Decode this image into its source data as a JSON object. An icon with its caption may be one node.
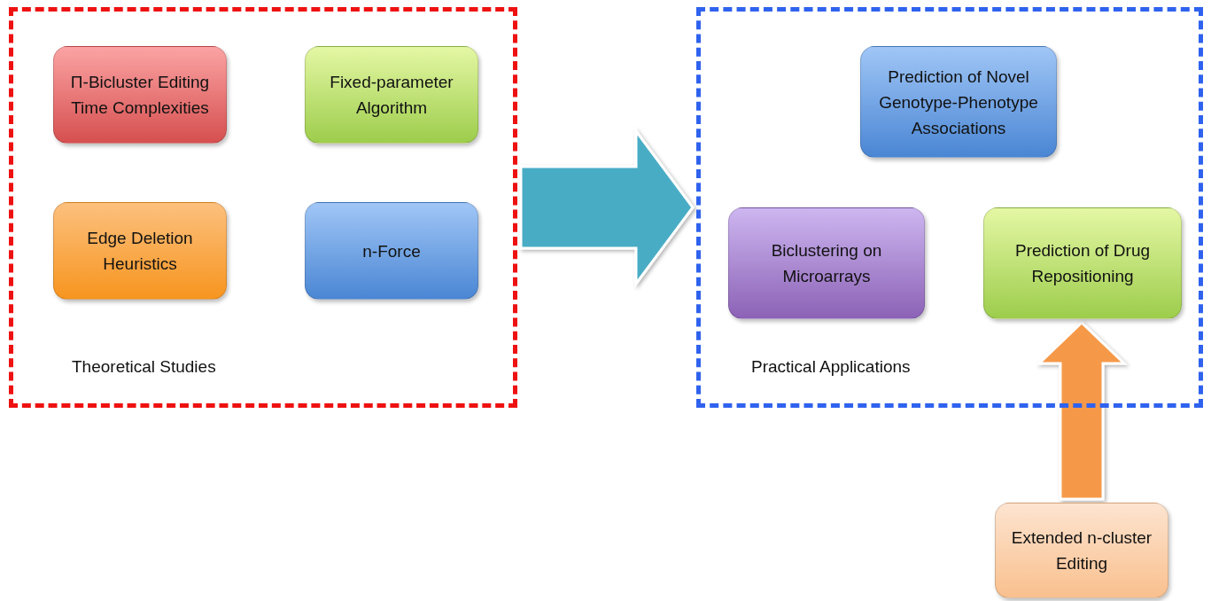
{
  "diagram": {
    "nodes": [
      {
        "text": [
          "Theoretical Studies"
        ]
      },
      {
        "text": [
          "Π-Bicluster Editing Time Complexities"
        ],
        "in": 0
      },
      {
        "text": [
          "Fixed-parameter Algorithm"
        ],
        "in": 0
      },
      {
        "text": [
          "Edge Deletion Heuristics"
        ],
        "in": 0
      },
      {
        "text": [
          "n-Force"
        ],
        "in": 0
      },
      {
        "text": [
          "Practical Applications"
        ]
      },
      {
        "text": [
          "Prediction of Novel Genotype-Phenotype Associations"
        ],
        "in": 5
      },
      {
        "text": [
          "Biclustering on Microarrays"
        ],
        "in": 5
      },
      {
        "text": [
          "Prediction of Drug Repositioning"
        ],
        "in": 5
      },
      {
        "text": [
          "Extended n-cluster Editing"
        ]
      }
    ],
    "edges": [
      {
        "from": 0,
        "to": 5,
        "arrow": "to",
        "style": "thick",
        "color": "#4aacc5"
      },
      {
        "from": 9,
        "to": 8,
        "arrow": "to",
        "style": "thick",
        "color": "#f5994a"
      }
    ]
  }
}
